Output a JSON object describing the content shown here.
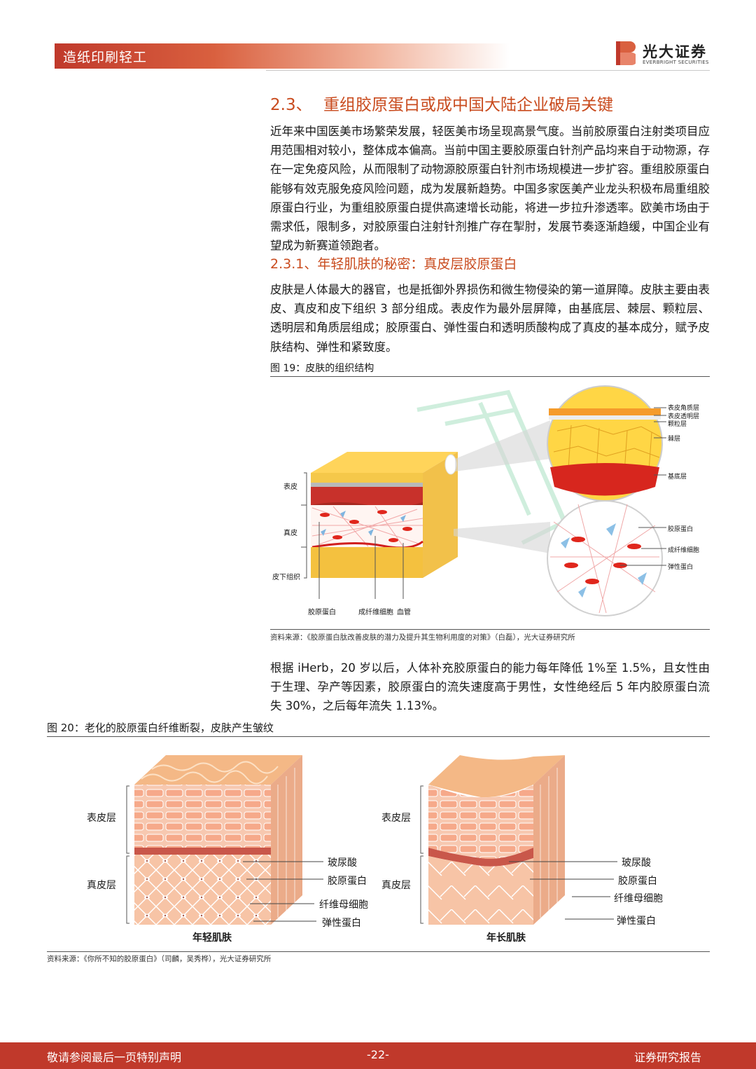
{
  "header": {
    "category": "造纸印刷轻工",
    "logo_cn": "光大证券",
    "logo_en": "EVERBRIGHT SECURITIES"
  },
  "section": {
    "number": "2.3、",
    "title": "重组胶原蛋白或成中国大陆企业破局关键",
    "paragraph": "近年来中国医美市场繁荣发展，轻医美市场呈现高景气度。当前胶原蛋白注射类项目应用范围相对较小，整体成本偏高。当前中国主要胶原蛋白针剂产品均来自于动物源，存在一定免疫风险，从而限制了动物源胶原蛋白针剂市场规模进一步扩容。重组胶原蛋白能够有效克服免疫风险问题，成为发展新趋势。中国多家医美产业龙头积极布局重组胶原蛋白行业，为重组胶原蛋白提供高速增长动能，将进一步拉升渗透率。欧美市场由于需求低，限制多，对胶原蛋白注射针剂推广存在掣肘，发展节奏逐渐趋缓，中国企业有望成为新赛道领跑者。"
  },
  "subsection": {
    "title": "2.3.1、年轻肌肤的秘密：真皮层胶原蛋白",
    "paragraph": "皮肤是人体最大的器官，也是抵御外界损伤和微生物侵染的第一道屏障。皮肤主要由表皮、真皮和皮下组织 3 部分组成。表皮作为最外层屏障，由基底层、棘层、颗粒层、透明层和角质层组成；胶原蛋白、弹性蛋白和透明质酸构成了真皮的基本成分，赋予皮肤结构、弹性和紧致度。"
  },
  "figure19": {
    "caption": "图 19：皮肤的组织结构",
    "left_labels": [
      "表皮",
      "真皮",
      "皮下组织"
    ],
    "bottom_labels": [
      "胶原蛋白",
      "成纤维细胞",
      "血管"
    ],
    "upper_labels": [
      "表皮角质层",
      "表皮透明层",
      "颗粒层",
      "棘层",
      "基底层"
    ],
    "lower_labels": [
      "胶原蛋白",
      "成纤维细胞",
      "弹性蛋白"
    ],
    "source": "资料来源：《胶原蛋白肽改善皮肤的潜力及提升其生物利用度的对策》（白磊），光大证券研究所"
  },
  "paragraph3": "根据 iHerb，20 岁以后，人体补充胶原蛋白的能力每年降低 1%至 1.5%，且女性由于生理、孕产等因素，胶原蛋白的流失速度高于男性，女性绝经后 5 年内胶原蛋白流失 30%，之后每年流失 1.13%。",
  "figure20": {
    "caption": "图 20：老化的胶原蛋白纤维断裂，皮肤产生皱纹",
    "layer_labels": [
      "表皮层",
      "真皮层"
    ],
    "component_labels": [
      "玻尿酸",
      "胶原蛋白",
      "纤维母细胞",
      "弹性蛋白"
    ],
    "young_title": "年轻肌肤",
    "old_title": "年长肌肤",
    "source": "资料来源：《你所不知的胶原蛋白》（司麟，吴秀桦），光大证券研究所"
  },
  "footer": {
    "disclaimer": "敬请参阅最后一页特别声明",
    "page": "-22-",
    "report_type": "证券研究报告"
  },
  "colors": {
    "brand_red": "#c0392b",
    "heading_orange": "#c94b1e"
  }
}
